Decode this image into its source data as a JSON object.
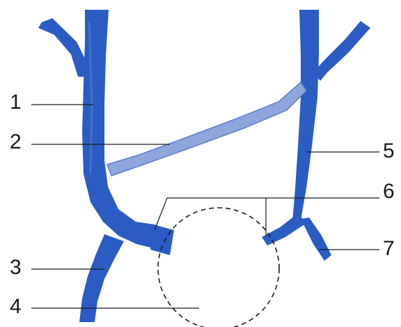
{
  "colors": {
    "vein": "#2a5cc4",
    "vein_highlight": "#4f7ed8",
    "anastomosis": "#8fa6dc",
    "anastomosis_edge": "#5f7fca",
    "outline": "#1a1a1a",
    "background": "#ffffff"
  },
  "labels": {
    "l1": "1",
    "l2": "2",
    "l3": "3",
    "l4": "4",
    "l5": "5",
    "l6": "6",
    "l7": "7"
  }
}
